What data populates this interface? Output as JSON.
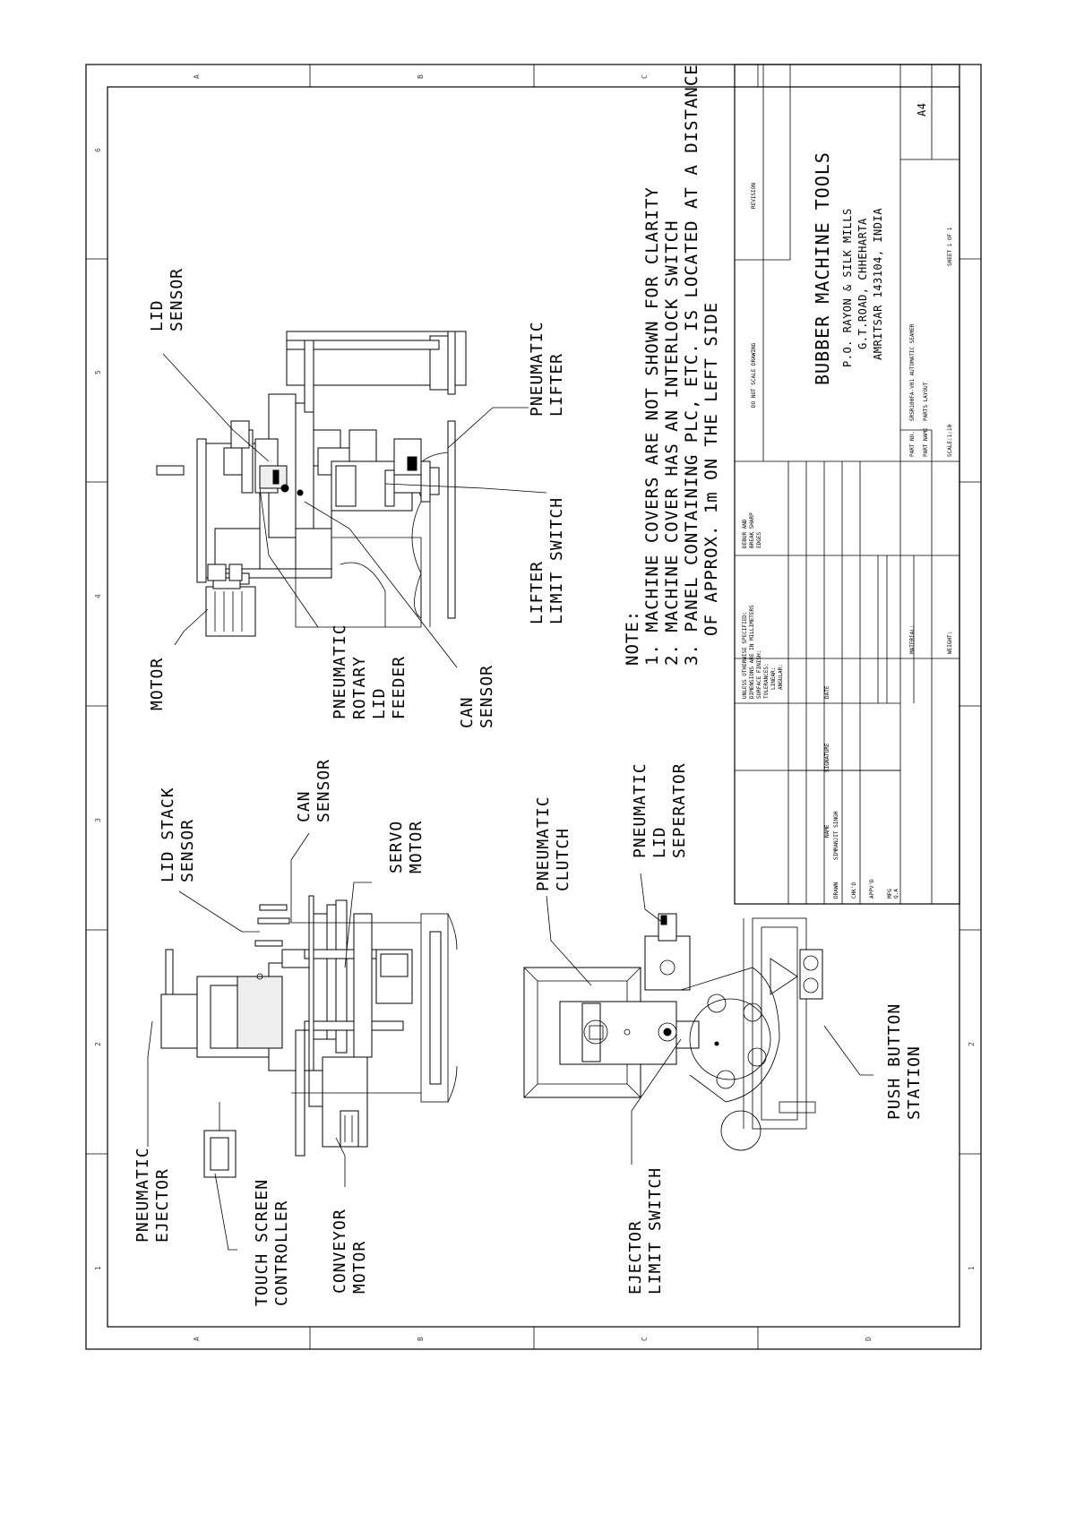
{
  "labels": {
    "motor": "MOTOR",
    "lid_sensor": [
      "LID",
      "SENSOR"
    ],
    "pneumatic_rotary_lid_feeder": [
      "PNEUMATIC",
      "ROTARY",
      "LID",
      "FEEDER"
    ],
    "can_sensor_top": [
      "CAN",
      "SENSOR"
    ],
    "lifter_limit_switch": [
      "LIFTER",
      "LIMIT SWITCH"
    ],
    "pneumatic_lifter": [
      "PNEUMATIC",
      "LIFTER"
    ],
    "pneumatic_ejector": [
      "PNEUMATIC",
      "EJECTOR"
    ],
    "lid_stack_sensor": [
      "LID STACK",
      "SENSOR"
    ],
    "can_sensor_front": [
      "CAN",
      "SENSOR"
    ],
    "servo_motor": [
      "SERVO",
      "MOTOR"
    ],
    "touch_screen_controller": [
      "TOUCH SCREEN",
      "CONTROLLER"
    ],
    "conveyor_motor": [
      "CONVEYOR",
      "MOTOR"
    ],
    "pneumatic_clutch": [
      "PNEUMATIC",
      "CLUTCH"
    ],
    "pneumatic_lid_seperator": [
      "PNEUMATIC",
      "LID",
      "SEPERATOR"
    ],
    "ejector_limit_switch": [
      "EJECTOR",
      "LIMIT SWITCH"
    ],
    "push_button_station": [
      "PUSH BUTTON",
      "STATION"
    ]
  },
  "notes": {
    "heading": "NOTE:",
    "lines": [
      "1. MACHINE COVERS ARE NOT SHOWN FOR CLARITY",
      "2. MACHINE COVER HAS AN INTERLOCK SWITCH",
      "3. PANEL CONTAINING PLC, ETC. IS LOCATED AT A DISTANCE",
      "OF APPROX. 1m ON THE LEFT SIDE"
    ]
  },
  "zones": {
    "letters": [
      "A",
      "B",
      "C",
      "D"
    ],
    "numbers": [
      "6",
      "5",
      "4",
      "3",
      "2",
      "1"
    ]
  },
  "title_block": {
    "company": "BUBBER MACHINE TOOLS",
    "address": [
      "P.O. RAYON & SILK MILLS",
      "G.T.ROAD, CHHEHARTA",
      "AMRITSAR 143104, INDIA"
    ],
    "revision": "REVISION",
    "do_not_scale": "DO NOT SCALE DRAWING",
    "sheet_size": "A4",
    "part_no_label": "PART NO.",
    "part_no_value": "SRSR100FA-V01 AUTOMATIC SEAMER",
    "part_name_label": "PART NAME",
    "part_name_value": "PARTS LAYOUT",
    "scale_label": "SCALE:1:10",
    "sheet_label": "SHEET 1 OF 1",
    "weight_label": "WEIGHT:",
    "material_label": "MATERIAL:",
    "finish_text": [
      "DEBUR AND",
      "BREAK SHARP",
      "EDGES"
    ],
    "tolerance_text": [
      "UNLESS OTHERWISE SPECIFIED:",
      "DIMENSIONS ARE IN MILLIMETERS",
      "SURFACE FINISH:",
      "TOLERANCES:",
      "LINEAR:",
      "ANGULAR:"
    ],
    "col_headers": [
      "NAME",
      "SIGNATURE",
      "DATE"
    ],
    "rows": [
      "DRAWN",
      "CHK'D",
      "APPV'D",
      "MFG",
      "Q.A"
    ],
    "drawn_by": "SIMRANJIT SINGH"
  }
}
